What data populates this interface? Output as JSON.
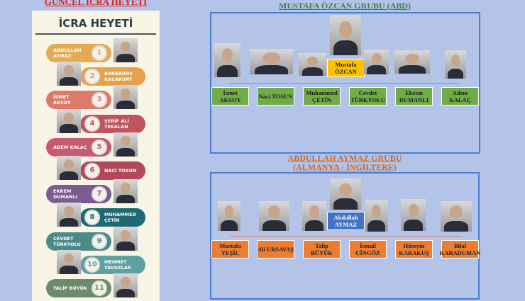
{
  "left": {
    "banner": "GÜNCEL İCRA HEYETİ",
    "heading": "İCRA HEYETİ",
    "members": [
      {
        "n": "1",
        "name": "ABDULLAH AYMAZ",
        "color": "#e3ac52"
      },
      {
        "n": "2",
        "name": "BARBAROS KACAKURT",
        "color": "#e6a24a"
      },
      {
        "n": "3",
        "name": "İSMET AKSOY",
        "color": "#dc7b6a"
      },
      {
        "n": "4",
        "name": "ŞERİF ALİ TEKALAN",
        "color": "#c0545e"
      },
      {
        "n": "5",
        "name": "ADEM KALAÇ",
        "color": "#c65a70"
      },
      {
        "n": "6",
        "name": "NACİ TOSUN",
        "color": "#b3485c"
      },
      {
        "n": "7",
        "name": "EKREM DUMANLI",
        "color": "#7a5c92"
      },
      {
        "n": "8",
        "name": "MUHAMMED ÇETİN",
        "color": "#1f6a72"
      },
      {
        "n": "9",
        "name": "CEVDET TÜRKYOLU",
        "color": "#4c8a88"
      },
      {
        "n": "10",
        "name": "MEHMET YAVUZLAR",
        "color": "#5ea1a0"
      },
      {
        "n": "11",
        "name": "TALİP BÜYÜK",
        "color": "#6b8a6e"
      }
    ]
  },
  "group1": {
    "title": "MUSTAFA ÖZCAN GRUBU (ABD)",
    "leader": "Mustafa ÖZCAN",
    "color": "#70ad47",
    "leader_color": "#ffc000",
    "members": [
      "İsmet AKSOY",
      "Naci TOSUN",
      "Muhammed ÇETİN",
      "Cevdet TÜRKYOLU",
      "Ekrem DUMANLI",
      "Adem KALAÇ"
    ]
  },
  "group2": {
    "title": "ABDULLAH AYMAZ GRUBU",
    "subtitle": "(ALMANYA - İNGİLTERE)",
    "leader": "Abdullah AYMAZ",
    "color": "#ed7d31",
    "leader_color": "#4472c4",
    "members": [
      "Mustafa YEŞİL",
      "Ali URSAVAŞ",
      "Talip BÜYÜK",
      "İsmail CİNGÖZ",
      "Hüseyin KARAKUŞ",
      "Bilal KARADUMAN"
    ]
  }
}
